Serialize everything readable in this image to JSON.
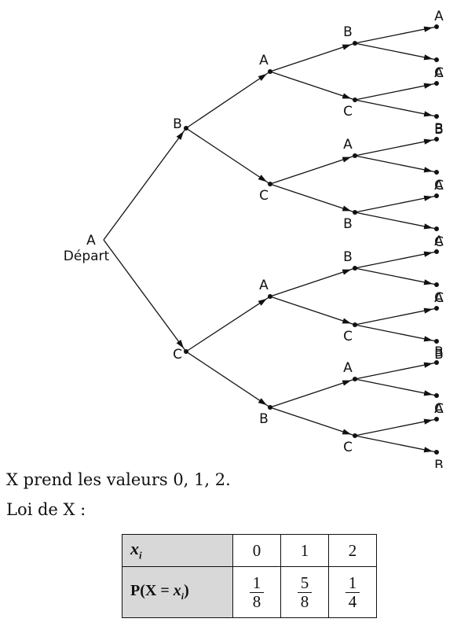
{
  "tree": {
    "root": {
      "label": "A",
      "sublabel": "Départ"
    },
    "level1": [
      "B",
      "C"
    ],
    "level2": [
      "A",
      "C",
      "A",
      "B"
    ],
    "level3": [
      "B",
      "C",
      "A",
      "B",
      "B",
      "C",
      "A",
      "C"
    ],
    "level4": [
      "A",
      "C",
      "A",
      "B",
      "B",
      "C",
      "A",
      "C",
      "A",
      "C",
      "A",
      "B",
      "B",
      "C",
      "A",
      "B"
    ]
  },
  "text": {
    "line1": "X prend les valeurs 0, 1, 2.",
    "line2": "Loi de X :"
  },
  "table": {
    "row1_head": "x",
    "row1_head_sub": "i",
    "row2_head_prefix": "P(X = ",
    "row2_head_var": "x",
    "row2_head_sub": "i",
    "row2_head_suffix": ")",
    "values": [
      "0",
      "1",
      "2"
    ],
    "probabilities": [
      {
        "num": "1",
        "den": "8"
      },
      {
        "num": "5",
        "den": "8"
      },
      {
        "num": "1",
        "den": "4"
      }
    ]
  }
}
